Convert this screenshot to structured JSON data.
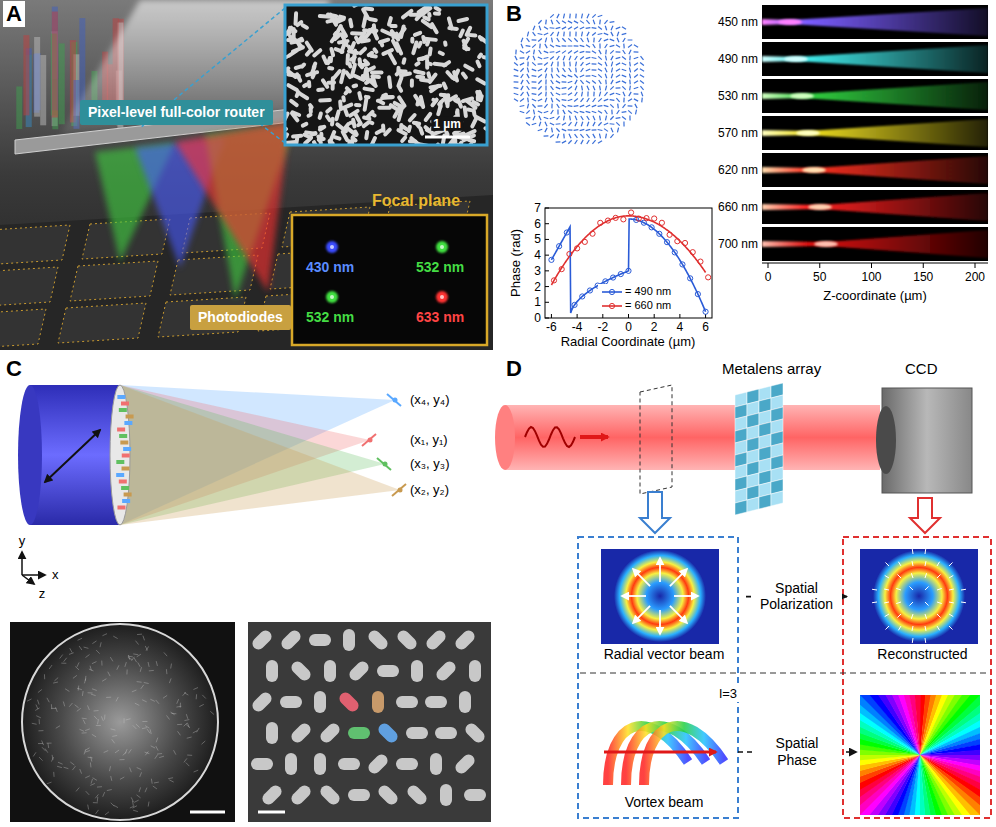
{
  "diagram": {
    "nodes": [
      {
        "text": [
          "A"
        ]
      },
      {
        "text": [
          "Pixel-level full-color router"
        ],
        "in": 0
      },
      {
        "text": [
          "Focal plane",
          "430 nm",
          "532 nm",
          "532 nm",
          "633 nm"
        ],
        "in": 0
      },
      {
        "text": [
          "Photodiodes"
        ],
        "in": 0
      },
      {
        "text": [
          "B"
        ]
      },
      {
        "text": [
          "C"
        ]
      },
      {
        "text": [
          "D"
        ]
      },
      {
        "text": [
          "Metalens array"
        ],
        "in": 6
      },
      {
        "text": [
          "CCD"
        ],
        "in": 6
      },
      {
        "text": [
          "Radial vector beam"
        ],
        "in": 6
      },
      {
        "text": [
          "Reconstructed"
        ],
        "in": 6
      },
      {
        "text": [
          "Vortex beam",
          "l=3"
        ],
        "in": 6
      }
    ],
    "edges": [
      {
        "from": 9,
        "to": 10,
        "arrow": "to",
        "label": "Spatial Polarization"
      }
    ],
    "labels": [
      "1 µm",
      "Phase (rad)",
      "0",
      "1",
      "2",
      "3",
      "4",
      "5",
      "6",
      "7",
      "-6",
      "-4",
      "-2",
      "0",
      "2",
      "4",
      "6",
      "Radial Coordinate (µm)",
      "450 nm",
      "490 nm",
      "530 nm",
      "570 nm",
      "620 nm",
      "660 nm",
      "700 nm",
      "0",
      "50",
      "100",
      "150",
      "200",
      "Z-coordinate (µm)",
      "y",
      "x",
      "z",
      "(x₄, y₄)",
      "(x₁, y₁)",
      "(x₃, y₃)",
      "(x₂, y₂)",
      "Spatial Phase"
    ],
    "legend": [
      {
        "text": "= 490 nm"
      },
      {
        "text": "= 660 nm"
      }
    ]
  }
}
